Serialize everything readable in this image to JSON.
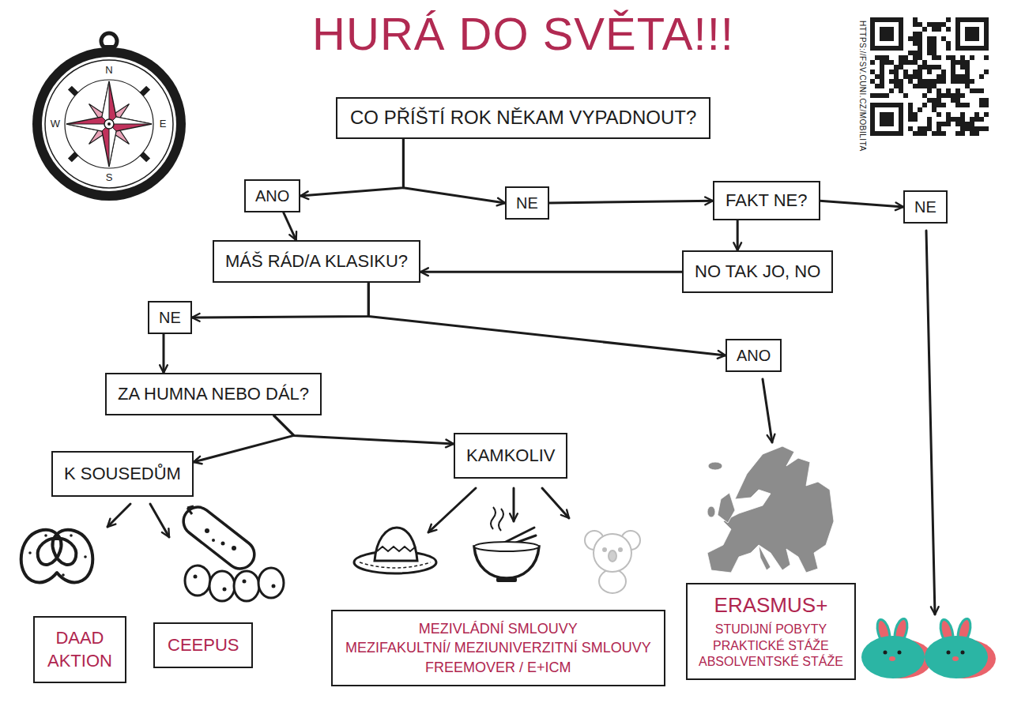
{
  "diagram": {
    "title": "HURÁ DO SVĚTA!!!",
    "nodes": [
      {
        "text": [
          "CO PŘÍŠTÍ ROK NĚKAM VYPADNOUT?"
        ]
      },
      {
        "text": [
          "ANO"
        ]
      },
      {
        "text": [
          "NE"
        ]
      },
      {
        "text": [
          "FAKT NE?"
        ]
      },
      {
        "text": [
          "NE"
        ]
      },
      {
        "text": [
          "MÁŠ RÁD/A KLASIKU?"
        ]
      },
      {
        "text": [
          "NO TAK JO, NO"
        ]
      },
      {
        "text": [
          "NE"
        ]
      },
      {
        "text": [
          "ANO"
        ]
      },
      {
        "text": [
          "ZA HUMNA NEBO DÁL?"
        ]
      },
      {
        "text": [
          "K SOUSEDŮM"
        ]
      },
      {
        "text": [
          "KAMKOLIV"
        ]
      },
      {
        "text": [
          "DAAD AKTION"
        ]
      },
      {
        "text": [
          "CEEPUS"
        ]
      },
      {
        "text": [
          "MEZIVLÁDNÍ SMLOUVY",
          "MEZIFAKULTNÍ/ MEZIUNIVERZITNÍ SMLOUVY",
          "FREEMOVER / E+ICM"
        ]
      },
      {
        "text": [
          "ERASMUS+",
          "STUDIJNÍ POBYTY",
          "PRAKTICKÉ STÁŽE",
          "ABSOLVENTSKÉ STÁŽE"
        ]
      }
    ],
    "edges": [
      {
        "from": 0,
        "to": 1,
        "arrow": "to"
      },
      {
        "from": 0,
        "to": 2,
        "arrow": "to"
      },
      {
        "from": 1,
        "to": 5,
        "arrow": "to"
      },
      {
        "from": 2,
        "to": 3,
        "arrow": "to"
      },
      {
        "from": 3,
        "to": 4,
        "arrow": "to"
      },
      {
        "from": 3,
        "to": 6,
        "arrow": "to"
      },
      {
        "from": 6,
        "to": 5,
        "arrow": "to"
      },
      {
        "from": 5,
        "to": 7,
        "arrow": "to"
      },
      {
        "from": 5,
        "to": 8,
        "arrow": "to"
      },
      {
        "from": 7,
        "to": 9,
        "arrow": "to"
      },
      {
        "from": 9,
        "to": 10,
        "arrow": "to"
      },
      {
        "from": 9,
        "to": 11,
        "arrow": "to"
      }
    ],
    "labels": [
      "HTTPS://FSV.CUNI.CZ/MOBILITA",
      "N",
      "W",
      "E",
      "S"
    ]
  }
}
